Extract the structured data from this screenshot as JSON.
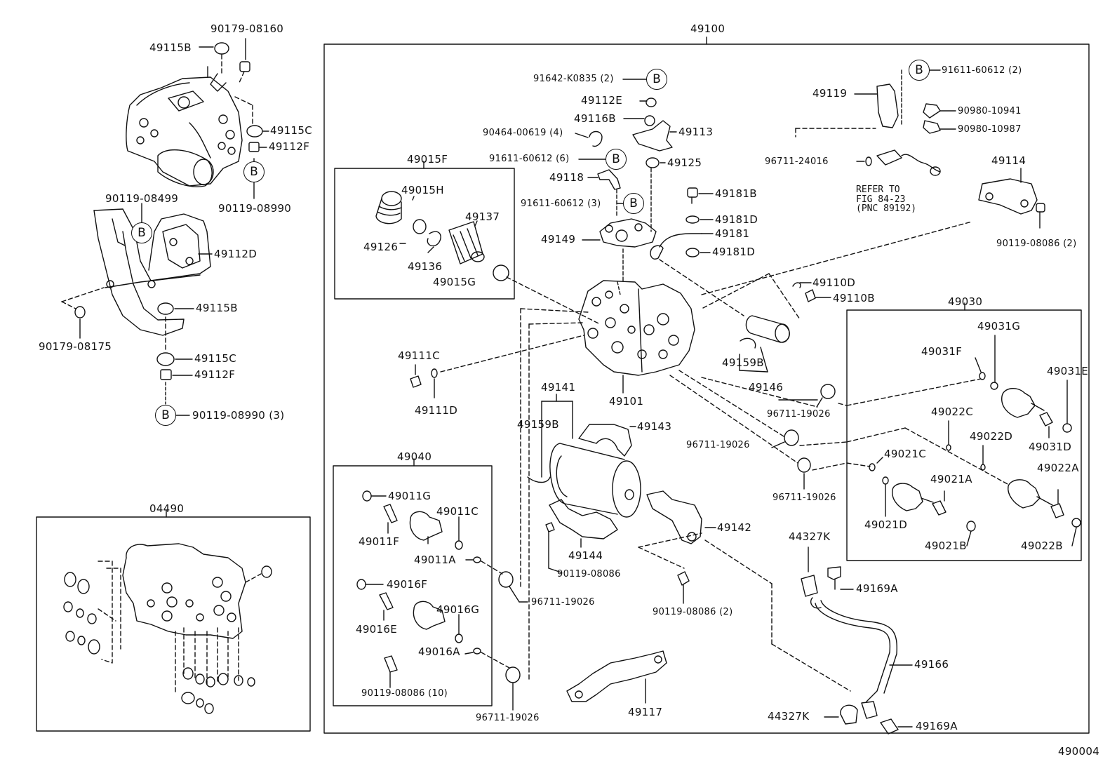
{
  "diagram": {
    "figure_number": "490004",
    "assembly_number": "49100",
    "b_mark": "B",
    "refer_note": [
      "REFER TO",
      "FIG 84-23",
      "(PNC 89192)"
    ],
    "groups": {
      "g49015F": "49015F",
      "g49040": "49040",
      "g04490": "04490",
      "g49030": "49030"
    },
    "labels": {
      "p90179_08160": "90179-08160",
      "p49115B_top": "49115B",
      "p49115C_top": "49115C",
      "p49112F_top": "49112F",
      "p90119_08990_top": "90119-08990",
      "p90119_08499": "90119-08499",
      "p49112D": "49112D",
      "p49115B_mid": "49115B",
      "p90179_08175": "90179-08175",
      "p49115C_mid": "49115C",
      "p49112F_mid": "49112F",
      "p90119_08990_3": "90119-08990 (3)",
      "p91642_K0835": "91642-K0835 (2)",
      "p49112E": "49112E",
      "p49116B": "49116B",
      "p49113": "49113",
      "p90464_00619": "90464-00619 (4)",
      "p91611_60612_6": "91611-60612 (6)",
      "p49125": "49125",
      "p49118": "49118",
      "p91611_60612_3": "91611-60612 (3)",
      "p49181B": "49181B",
      "p49181D_a": "49181D",
      "p49181": "49181",
      "p49181D_b": "49181D",
      "p49149": "49149",
      "p91611_60612_2": "91611-60612 (2)",
      "p49119": "49119",
      "p90980_10941": "90980-10941",
      "p90980_10987": "90980-10987",
      "p96711_24016": "96711-24016",
      "p49114": "49114",
      "p90119_08086_2a": "90119-08086 (2)",
      "p49015H": "49015H",
      "p49137": "49137",
      "p49126": "49126",
      "p49136": "49136",
      "p49015G": "49015G",
      "p49110D": "49110D",
      "p49110B": "49110B",
      "p49159B_a": "49159B",
      "p49146": "49146",
      "p49111C": "49111C",
      "p49111D": "49111D",
      "p49101": "49101",
      "p96711_19026_a": "96711-19026",
      "p96711_19026_b": "96711-19026",
      "p96711_19026_c": "96711-19026",
      "p49141": "49141",
      "p49159B_b": "49159B",
      "p49143": "49143",
      "p49142": "49142",
      "p49144": "49144",
      "p90119_08086": "90119-08086",
      "p90119_08086_2b": "90119-08086 (2)",
      "p96711_19026_d": "96711-19026",
      "p96711_19026_e": "96711-19026",
      "p49117": "49117",
      "p49011G": "49011G",
      "p49011C": "49011C",
      "p49011F": "49011F",
      "p49011A": "49011A",
      "p49016F": "49016F",
      "p49016G": "49016G",
      "p49016E": "49016E",
      "p49016A": "49016A",
      "p90119_08086_10": "90119-08086 (10)",
      "p49031G": "49031G",
      "p49031F": "49031F",
      "p49031E": "49031E",
      "p49031D": "49031D",
      "p49022C": "49022C",
      "p49022D": "49022D",
      "p49021C": "49021C",
      "p49022A": "49022A",
      "p49021A": "49021A",
      "p49021D": "49021D",
      "p49021B": "49021B",
      "p49022B": "49022B",
      "p44327K_a": "44327K",
      "p49169A_a": "49169A",
      "p49166": "49166",
      "p44327K_b": "44327K",
      "p49169A_b": "49169A"
    }
  }
}
